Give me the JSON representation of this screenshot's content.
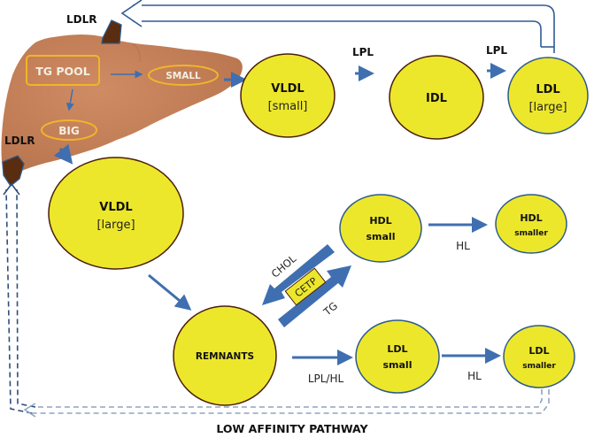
{
  "title": "Lipoprotein metabolism pathway",
  "colors": {
    "liver": "#c8835c",
    "liver_shade": "#b3704a",
    "particle_fill": "#ede72c",
    "particle_stroke_brown": "#4a1e0c",
    "particle_stroke_blue": "#2e5a8a",
    "arrow": "#3f6fb0",
    "arrow_dark": "#2f5b94",
    "ldlr": "#5a2c10",
    "pool_outline": "#f0b52a",
    "dashed_dark": "#2f4f7a",
    "dashed_light": "#8fa3bf"
  },
  "liver": {
    "receptors": [
      "LDLR",
      "LDLR"
    ],
    "pool": "TG POOL",
    "small": "SMALL",
    "big": "BIG"
  },
  "particles": {
    "vldl_small": {
      "line1": "VLDL",
      "line2": "[small]"
    },
    "idl": {
      "line1": "IDL"
    },
    "ldl_large": {
      "line1": "LDL",
      "line2": "[large]"
    },
    "vldl_large": {
      "line1": "VLDL",
      "line2": "[large]"
    },
    "hdl_small": {
      "line1": "HDL",
      "line2": "small"
    },
    "hdl_smaller": {
      "line1": "HDL",
      "line2": "smaller"
    },
    "remnants": {
      "line1": "REMNANTS"
    },
    "ldl_small": {
      "line1": "LDL",
      "line2": "small"
    },
    "ldl_smaller": {
      "line1": "LDL",
      "line2": "smaller"
    }
  },
  "enzymes": {
    "lpl_1": "LPL",
    "lpl_2": "LPL",
    "hl_hdl": "HL",
    "hl_ldl": "HL",
    "lpl_hl": "LPL/HL",
    "cetp": "CETP",
    "chol": "CHOL",
    "tg": "TG"
  },
  "pathway_label": "LOW AFFINITY PATHWAY"
}
